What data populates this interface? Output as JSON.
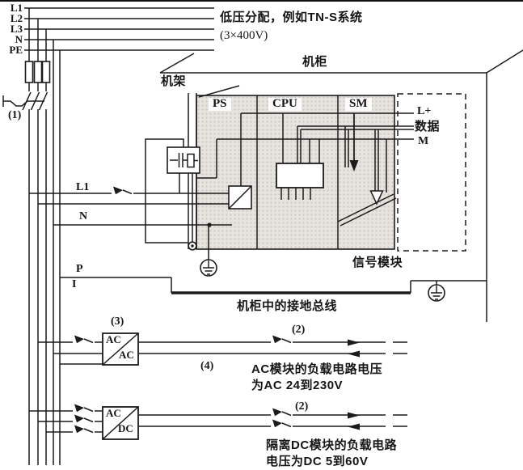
{
  "colors": {
    "line": "#1b1b1b",
    "module_fill": "#e7e4e0"
  },
  "top_bus": {
    "labels": [
      "L1",
      "L2",
      "L3",
      "N",
      "PE"
    ]
  },
  "notes": {
    "distribution_line1": "低压分配，例如TN-S系统",
    "distribution_line2": "(3×400V)",
    "ac_load_line1": "AC模块的负载电路电压",
    "ac_load_line2": "为AC 24到230V",
    "dc_load_line1": "隔离DC模块的负载电路",
    "dc_load_line2": "电压为DC 5到60V"
  },
  "enclosure": {
    "cabinet": "机柜",
    "rack": "机架",
    "signal_module": "信号模块",
    "ground_bus": "机柜中的接地总线"
  },
  "modules": {
    "ps": "PS",
    "cpu": "CPU",
    "sm": "SM"
  },
  "signals": {
    "l_plus": "L+",
    "data": "数据",
    "m": "M",
    "l1": "L1",
    "n": "N",
    "p": "P",
    "i": "I"
  },
  "refs": {
    "r1": "(1)",
    "r2": "(2)",
    "r3": "(3)",
    "r4": "(4)"
  },
  "converters": {
    "ac_ac": {
      "top": "AC",
      "bottom": "AC"
    },
    "ac_dc": {
      "top": "AC",
      "bottom": "DC"
    }
  }
}
